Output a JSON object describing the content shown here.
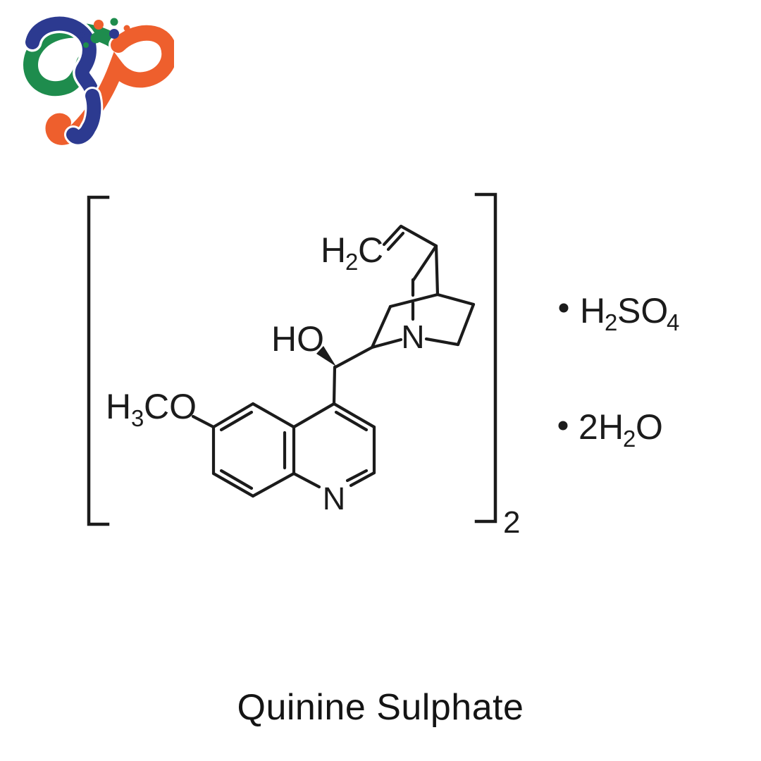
{
  "background": "#ffffff",
  "logo": {
    "name": "brand-logo",
    "colors": {
      "green": "#1E8C4D",
      "navy": "#2C3A90",
      "orange": "#EE5F2D",
      "white": "#ffffff"
    }
  },
  "molecule": {
    "bond_color": "#1b1b1b",
    "labels": {
      "vinyl_h": "H",
      "vinyl_sub": "2",
      "vinyl_c": "C",
      "hydroxy": "HO",
      "methoxy_h": "H",
      "methoxy_sub": "3",
      "methoxy_co": "CO",
      "quinuclidine_n": "N",
      "quinoline_n": "N",
      "bracket_multiplier": "2"
    },
    "adducts": {
      "sulfate": {
        "h": "H",
        "h_sub": "2",
        "so": "SO",
        "o_sub": "4"
      },
      "water": {
        "coefficient": "2",
        "h": "H",
        "h_sub": "2",
        "o": "O"
      }
    }
  },
  "caption": {
    "title": "Quinine Sulphate"
  }
}
